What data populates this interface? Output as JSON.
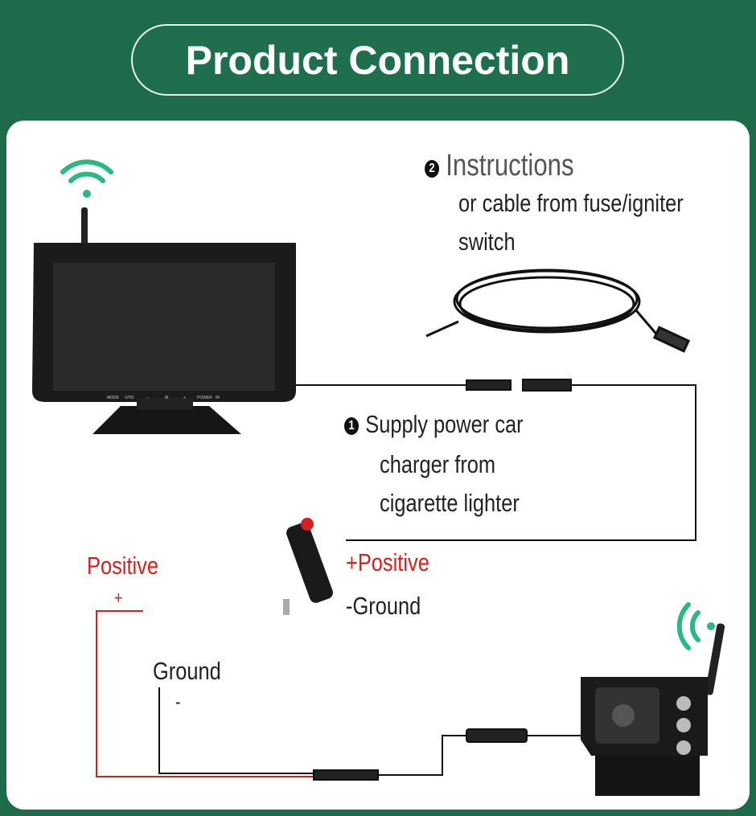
{
  "header": {
    "title": "Product Connection"
  },
  "instructions": {
    "number": "2",
    "title": "Instructions",
    "lines": [
      "or cable from fuse/igniter",
      "switch"
    ]
  },
  "supply": {
    "number": "1",
    "lines": [
      "Supply power car",
      "charger from",
      "cigarette lighter"
    ]
  },
  "labels": {
    "positive": "Positive",
    "plus": "+",
    "ground": "Ground",
    "minus": "-",
    "plus_positive": "+Positive",
    "minus_ground": "-Ground"
  },
  "monitor_buttons": [
    "MODE",
    "V/VS",
    "−",
    "M",
    "+",
    "POWER",
    "IR"
  ],
  "colors": {
    "background": "#1d6b4b",
    "wifi": "#2bb884",
    "positive": "#d42020"
  }
}
